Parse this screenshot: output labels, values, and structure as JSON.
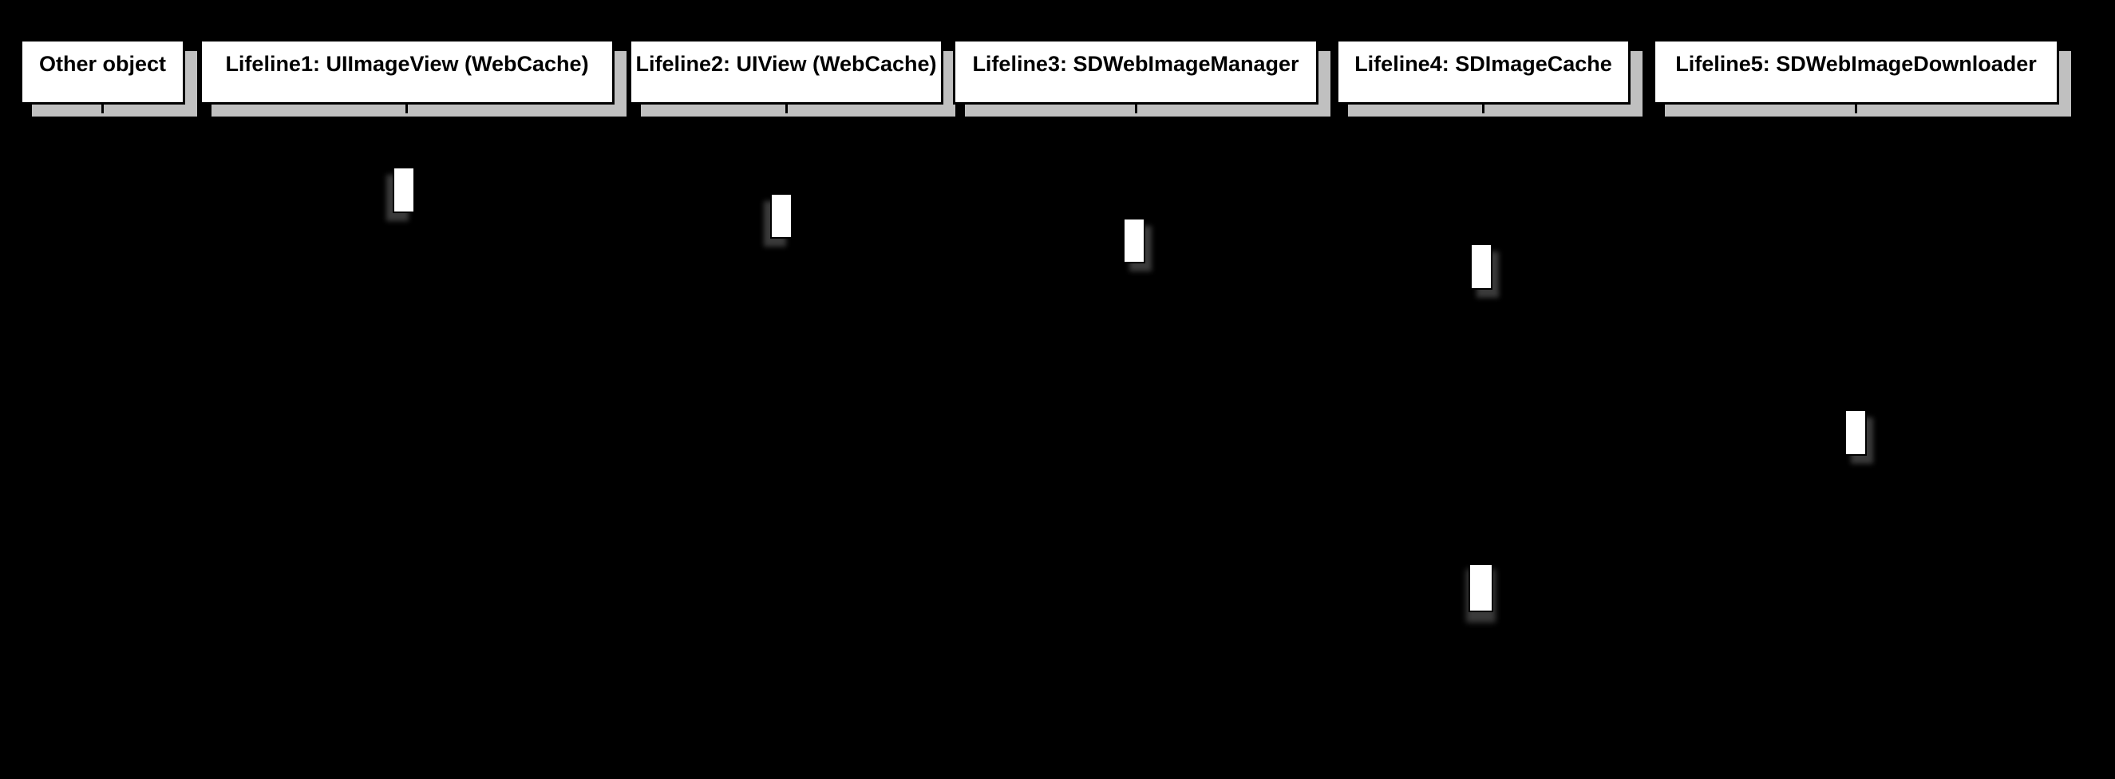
{
  "diagram": {
    "type": "uml-sequence-diagram",
    "background_color": "#000000",
    "colors": {
      "shape_fill": "#ffffff",
      "shape_border": "#000000",
      "text": "#000000",
      "header_drop_shadow": "#c0c0c0",
      "activation_drop_shadow": "#3a3a3a"
    },
    "lifelines": [
      {
        "label": "Other object"
      },
      {
        "label": "Lifeline1: UIImageView (WebCache)"
      },
      {
        "label": "Lifeline2: UIView (WebCache)"
      },
      {
        "label": "Lifeline3: SDWebImageManager"
      },
      {
        "label": "Lifeline4: SDImageCache"
      },
      {
        "label": "Lifeline5: SDWebImageDownloader"
      }
    ],
    "activations": [
      {
        "lifeline_index": 1,
        "visual_order": 1
      },
      {
        "lifeline_index": 2,
        "visual_order": 2
      },
      {
        "lifeline_index": 3,
        "visual_order": 3
      },
      {
        "lifeline_index": 4,
        "visual_order": 4
      },
      {
        "lifeline_index": 5,
        "visual_order": 5
      },
      {
        "lifeline_index": 4,
        "visual_order": 6
      }
    ]
  }
}
